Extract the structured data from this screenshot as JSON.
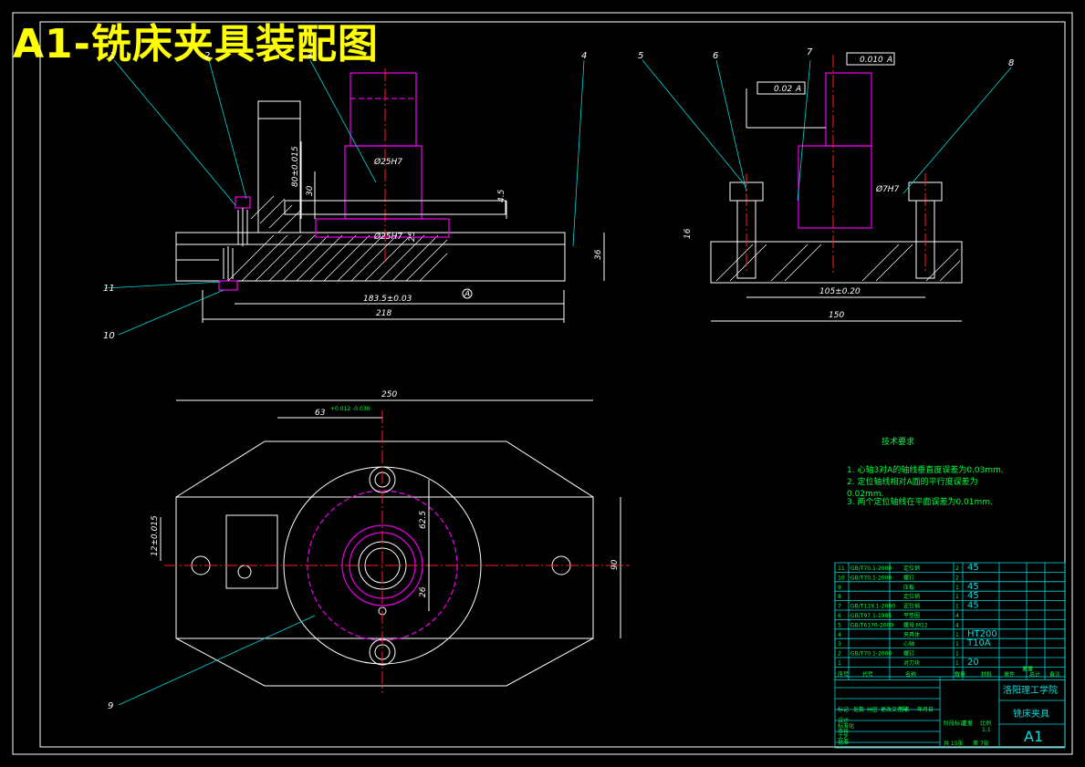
{
  "title": "A1-铣床夹具装配图",
  "leader_numbers": [
    "1",
    "2",
    "3",
    "4",
    "5",
    "6",
    "7",
    "8",
    "9",
    "10",
    "11"
  ],
  "dimensions": {
    "front_218": "218",
    "front_183": "183.5±0.03",
    "front_36": "36",
    "front_45": "4.5",
    "front_30": "30",
    "front_80": "80±0.015",
    "front_25": "25",
    "front_phi_top": "Ø25H7",
    "front_phi_bot": "Ø25H7",
    "side_150": "150",
    "side_105": "105±0.20",
    "side_16": "16",
    "side_phi": "Ø7H7",
    "tol1": "0.010",
    "tol1_datum": "A",
    "tol2": "0.02",
    "tol2_datum": "A",
    "datum_a": "A",
    "top_250": "250",
    "top_63": "63",
    "top_63_tol": "+0.012 -0.030",
    "top_90": "90",
    "top_12": "12±0.015",
    "top_62": "62.5",
    "top_26": "26"
  },
  "tech_requirements": {
    "heading": "技术要求",
    "items": [
      "1. 心轴3对A的轴线垂直度误差为0.03mm.",
      "2. 定位轴线相对A面的平行度误差为",
      "0.02mm.",
      "3. 两个定位轴线在平面误差为0.01mm."
    ]
  },
  "bom_rows": [
    {
      "no": "11",
      "std": "GB/T70.1-2000",
      "name": "定位销",
      "qty": "2",
      "mat": "45"
    },
    {
      "no": "10",
      "std": "GB/T70.1-2000",
      "name": "螺钉",
      "qty": "2",
      "mat": ""
    },
    {
      "no": "9",
      "std": "",
      "name": "压板",
      "qty": "1",
      "mat": "45"
    },
    {
      "no": "8",
      "std": "",
      "name": "定位销",
      "qty": "1",
      "mat": "45"
    },
    {
      "no": "7",
      "std": "GB/T119.1-2000",
      "name": "定位销",
      "qty": "1",
      "mat": "45"
    },
    {
      "no": "6",
      "std": "GB/T97.1-1985",
      "name": "平垫圈",
      "qty": "4",
      "mat": ""
    },
    {
      "no": "5",
      "std": "GB/T6170-2000",
      "name": "螺母 M12",
      "qty": "4",
      "mat": ""
    },
    {
      "no": "4",
      "std": "",
      "name": "夹具体",
      "qty": "1",
      "mat": "HT200"
    },
    {
      "no": "3",
      "std": "",
      "name": "心轴",
      "qty": "1",
      "mat": "T10A"
    },
    {
      "no": "2",
      "std": "GB/T70.1-2000",
      "name": "螺钉",
      "qty": "1",
      "mat": ""
    },
    {
      "no": "1",
      "std": "",
      "name": "对刀块",
      "qty": "1",
      "mat": "20"
    }
  ],
  "bom_header": [
    "序号",
    "代号",
    "名称",
    "数量",
    "材料",
    "单件",
    "总计",
    "备注"
  ],
  "bom_header_extra": "重量",
  "title_block": {
    "school": "洛阳理工学院",
    "drawing_name": "铣床夹具",
    "drawing_no": "A1",
    "scale": "1:1",
    "sheet_total": "共 15张",
    "sheet_no": "第 7张",
    "labels": [
      "标记",
      "处数",
      "分区",
      "更改文件号",
      "签名",
      "年月日",
      "设计",
      "标准化",
      "审核",
      "工艺",
      "批准",
      "阶段标记",
      "重量",
      "比例"
    ]
  }
}
